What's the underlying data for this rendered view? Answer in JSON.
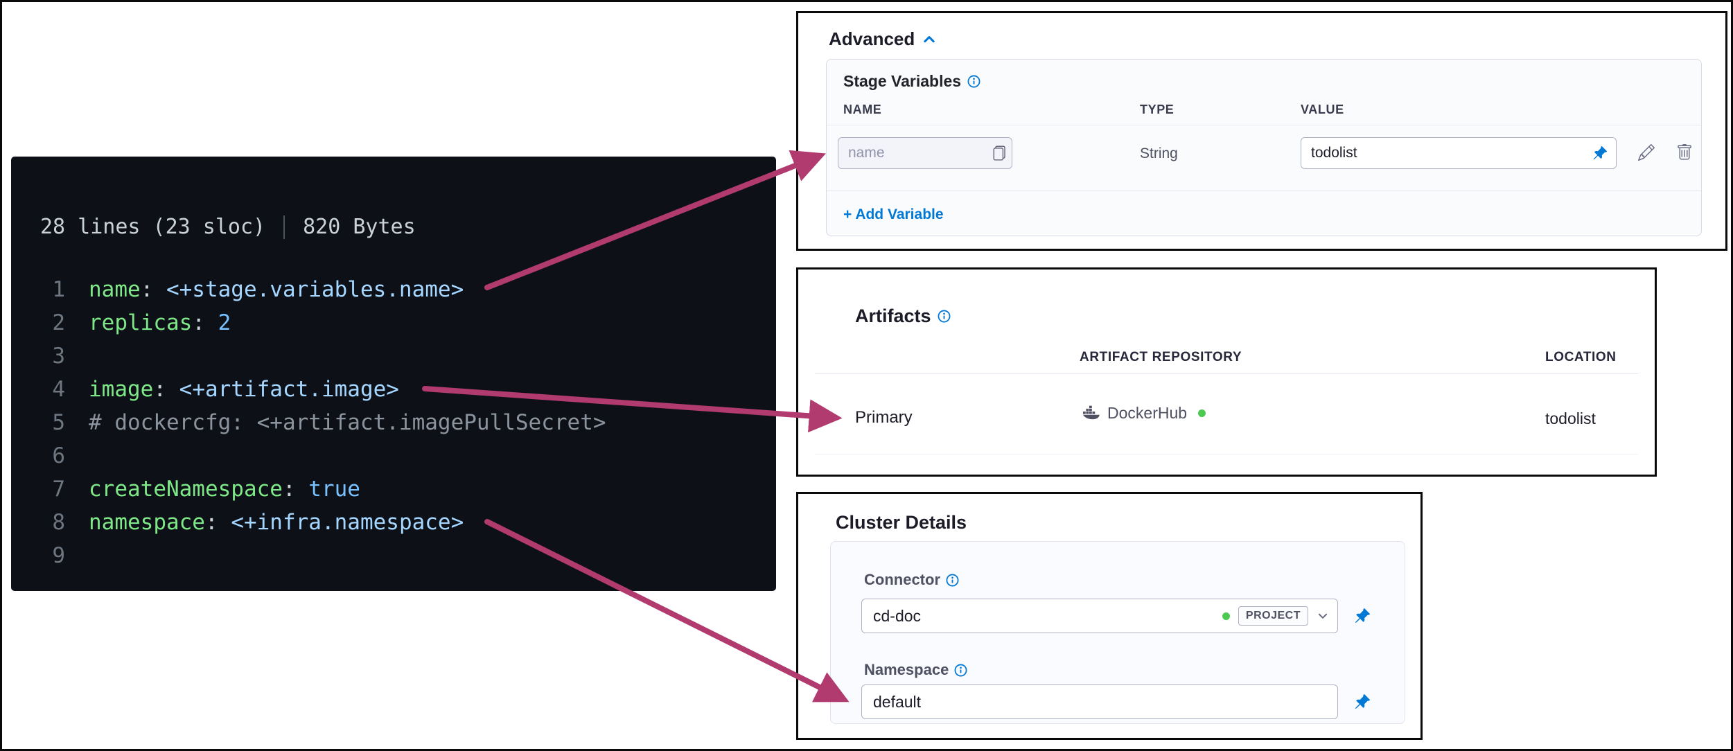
{
  "colors": {
    "accent_blue": "#0278d5",
    "status_green": "#4dc952",
    "arrow_magenta": "#b13a6e",
    "code_bg": "#0d1117",
    "code_key_green": "#7ee787",
    "code_string_blue": "#a5d6ff",
    "code_number_blue": "#79c0ff",
    "code_comment_gray": "#8b949e"
  },
  "icons": {
    "chevron_up": "⌃",
    "chevron_down": "⌄",
    "info": "ⓘ",
    "copy": "⧉",
    "pin": "📌",
    "edit": "✎",
    "delete": "🗑",
    "docker": "🐳",
    "status_dot": "●"
  },
  "code_viewer": {
    "lines_info": "28 lines (23 sloc)",
    "size_info": "820 Bytes",
    "lines": [
      {
        "no": "1",
        "key": "name",
        "sep": ": ",
        "value": "<+stage.variables.name>"
      },
      {
        "no": "2",
        "key": "replicas",
        "sep": ": ",
        "value": "2"
      },
      {
        "no": "3"
      },
      {
        "no": "4",
        "key": "image",
        "sep": ": ",
        "value": "<+artifact.image>"
      },
      {
        "no": "5",
        "comment": "# dockercfg: <+artifact.imagePullSecret>"
      },
      {
        "no": "6"
      },
      {
        "no": "7",
        "key": "createNamespace",
        "sep": ": ",
        "value": "true"
      },
      {
        "no": "8",
        "key": "namespace",
        "sep": ": ",
        "value": "<+infra.namespace>"
      },
      {
        "no": "9"
      }
    ]
  },
  "advanced_panel": {
    "title": "Advanced",
    "section_title": "Stage Variables",
    "columns": [
      "NAME",
      "TYPE",
      "VALUE"
    ],
    "row": {
      "name_placeholder": "name",
      "type": "String",
      "value": "todolist"
    },
    "add_variable_label": "+ Add Variable"
  },
  "artifacts_panel": {
    "title": "Artifacts",
    "columns": [
      "ARTIFACT REPOSITORY",
      "LOCATION"
    ],
    "row": {
      "label": "Primary",
      "repository": "DockerHub",
      "location": "todolist"
    }
  },
  "cluster_panel": {
    "title": "Cluster Details",
    "connector_label": "Connector",
    "connector_value": "cd-doc",
    "connector_scope": "PROJECT",
    "namespace_label": "Namespace",
    "namespace_value": "default"
  }
}
